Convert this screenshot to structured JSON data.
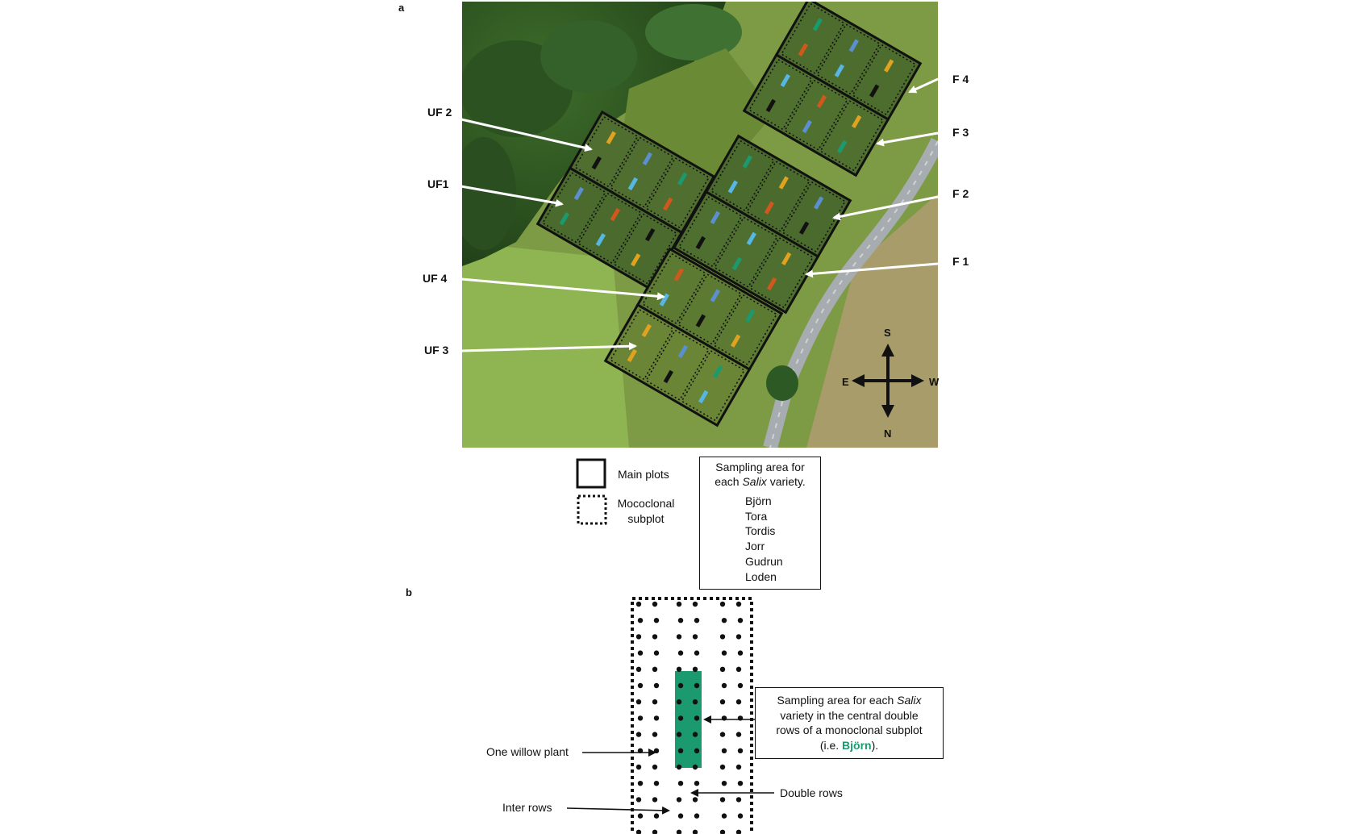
{
  "panels": {
    "a": "a",
    "b": "b"
  },
  "plots": {
    "uf2": "UF 2",
    "uf1": "UF1",
    "uf4": "UF 4",
    "uf3": "UF 3",
    "f4": "F 4",
    "f3": "F 3",
    "f2": "F 2",
    "f1": "F 1"
  },
  "compass": {
    "s": "S",
    "n": "N",
    "e": "E",
    "w": "W"
  },
  "legend": {
    "main_plots": "Main plots",
    "mococlonal_line1": "Mococlonal",
    "mococlonal_line2": "subplot",
    "sampling_line1": "Sampling area for",
    "sampling_line2_pre": "each ",
    "sampling_line2_em": "Salix",
    "sampling_line2_post": " variety.",
    "varieties": [
      {
        "name": "Björn",
        "color": "#1a9a6e"
      },
      {
        "name": "Tora",
        "color": "#111111"
      },
      {
        "name": "Tordis",
        "color": "#5b8fd0"
      },
      {
        "name": "Jorr",
        "color": "#e0a21f"
      },
      {
        "name": "Gudrun",
        "color": "#d0581d"
      },
      {
        "name": "Loden",
        "color": "#56b6e6"
      }
    ]
  },
  "panel_b": {
    "sampling_line1_pre": "Sampling area for each ",
    "sampling_line1_em": "Salix",
    "sampling_line2": "variety in the central double",
    "sampling_line3": "rows of a monoclonal subplot",
    "sampling_line4_pre": "(i.e. ",
    "sampling_line4_name": "Björn",
    "sampling_line4_post": ").",
    "one_willow": "One willow plant",
    "inter_rows": "Inter rows",
    "double_rows": "Double rows",
    "highlight_color": "#1a9a6e"
  },
  "colors": {
    "aerial_base": "#6f8f3c",
    "grass": "#8fae4a",
    "trees": "#2f5a22",
    "road": "#9aa2a6"
  }
}
